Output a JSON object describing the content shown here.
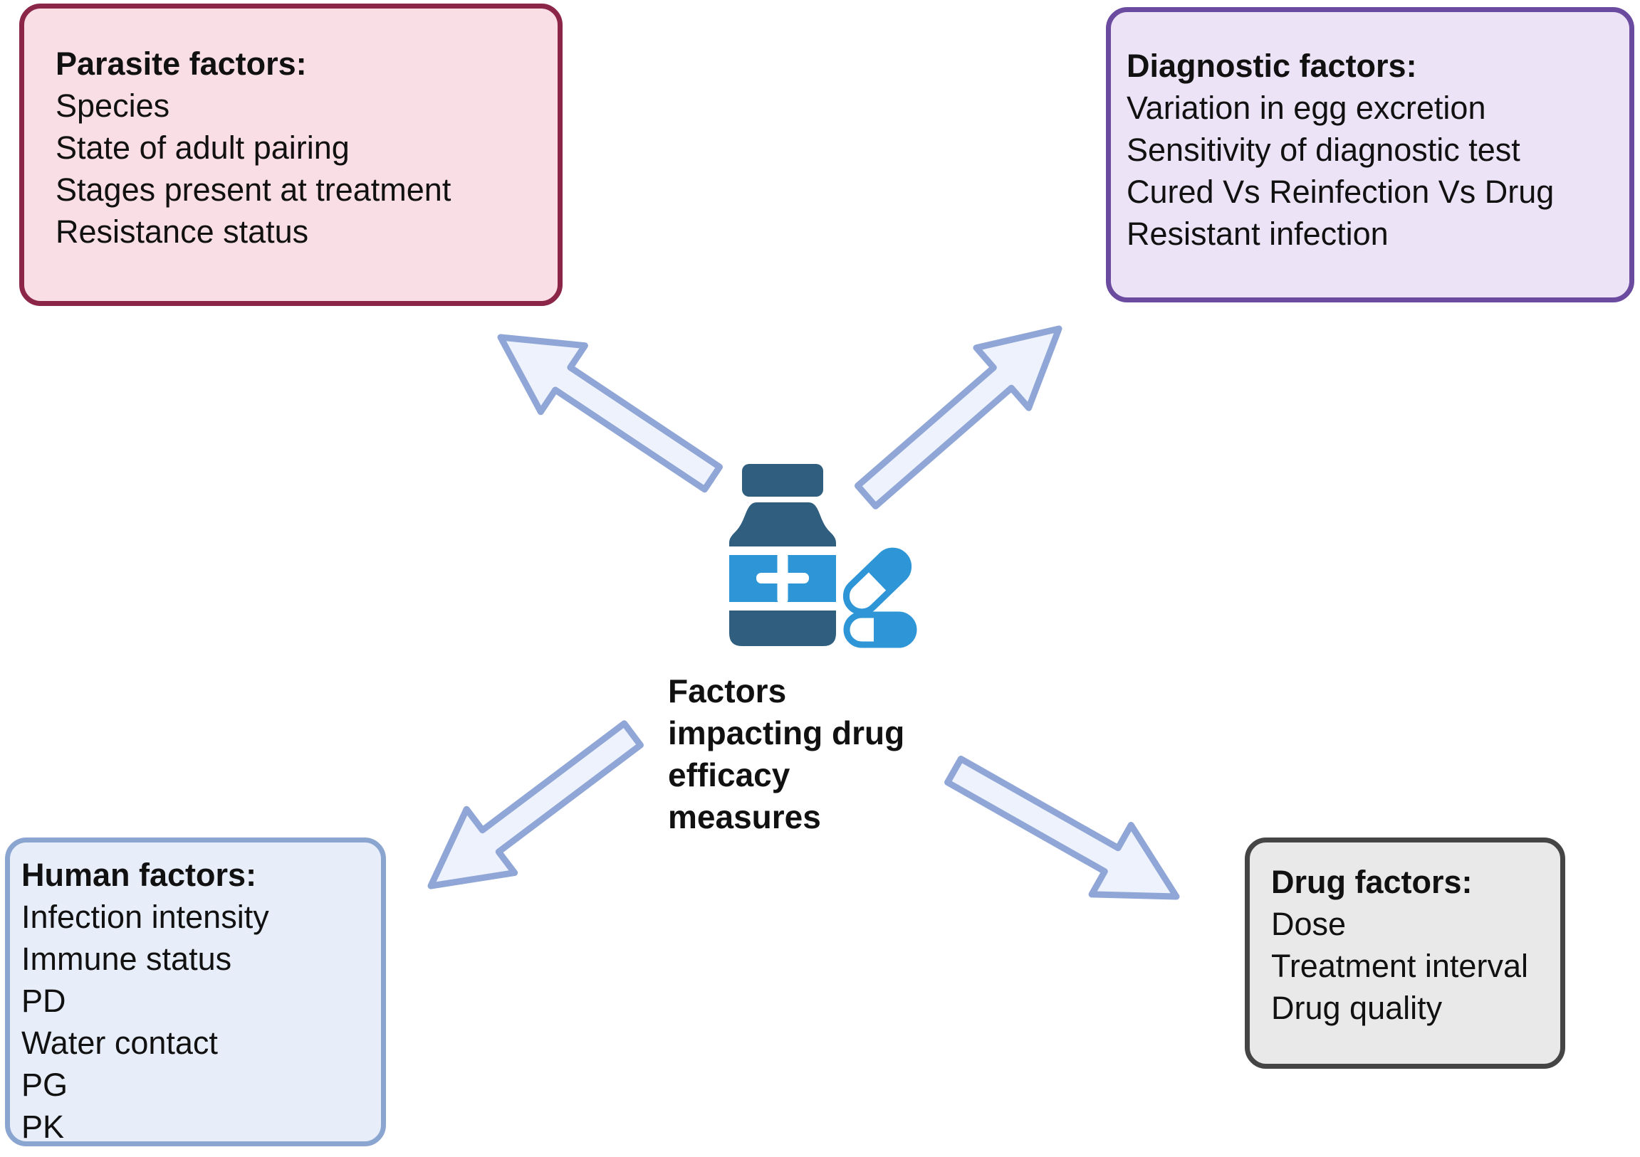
{
  "figure": {
    "center_label": "Factors impacting drug efficacy measures",
    "icon": "pill-bottle-and-pills-icon"
  },
  "boxes": {
    "parasite": {
      "title": "Parasite factors:",
      "items": [
        "Species",
        "State of adult pairing",
        "Stages present at treatment",
        "Resistance status"
      ],
      "fill": "#f9dee6",
      "border": "#8c2648"
    },
    "diagnostic": {
      "title": "Diagnostic factors:",
      "items": [
        "Variation in egg excretion",
        "Sensitivity of diagnostic test",
        "Cured Vs Reinfection Vs Drug Resistant infection"
      ],
      "fill": "#ece4f6",
      "border": "#6a4b9f"
    },
    "human": {
      "title": "Human factors:",
      "items": [
        "Infection intensity",
        "Immune status",
        "PD",
        "Water contact",
        "PG",
        "PK"
      ],
      "fill": "#e8eef9",
      "border": "#8ba5d1"
    },
    "drug": {
      "title": "Drug factors:",
      "items": [
        "Dose",
        "Treatment interval",
        "Drug quality"
      ],
      "fill": "#e9e9e9",
      "border": "#454545"
    }
  },
  "colors": {
    "arrow_fill": "#edf2fc",
    "arrow_stroke": "#8fa6d6",
    "bottle_dark": "#305e7e",
    "bottle_light": "#2e96d6",
    "text": "#111111",
    "background": "#ffffff"
  }
}
